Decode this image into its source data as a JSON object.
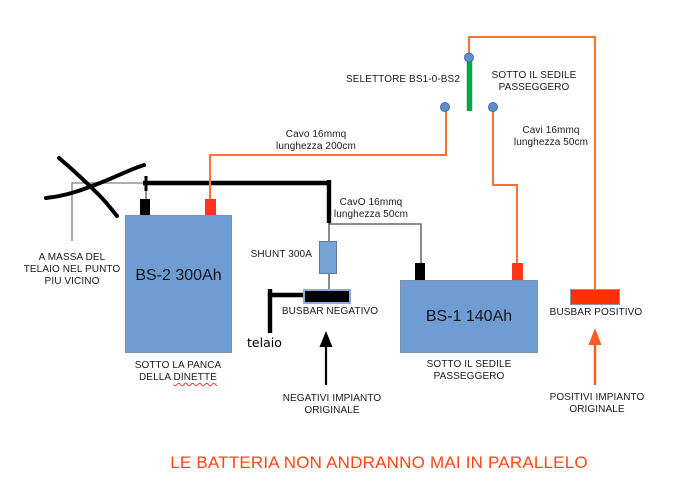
{
  "canvas": {
    "background": "#ffffff"
  },
  "colors": {
    "wire_orange": "#ff7033",
    "arrow_orange": "#ff5a21",
    "busbar_positive_red": "#ff3000",
    "terminal_red": "#ff341c",
    "selector_green": "#04a64b",
    "node_blue": "#5e8fc9",
    "battery_blue": "#6f9cd2",
    "warning_red": "#ff4713"
  },
  "components": {
    "battery_bs2": {
      "label": "BS-2 300Ah",
      "location_line1": "SOTTO LA PANCA",
      "location_line2_prefix": "DELLA",
      "location_line2_word": "DINETTE"
    },
    "battery_bs1": {
      "label": "BS-1 140Ah",
      "location_line1": "SOTTO IL SEDILE",
      "location_line2": "PASSEGGERO"
    },
    "shunt": {
      "label": "SHUNT 300A"
    },
    "busbar_negative": {
      "label": "BUSBAR NEGATIVO"
    },
    "busbar_positive": {
      "label": "BUSBAR POSITIVO"
    },
    "selector": {
      "label": "SELETTORE BS1-0-BS2",
      "location_line1": "SOTTO IL SEDILE",
      "location_line2": "PASSEGGERO"
    },
    "chassis": {
      "label": "telaio"
    }
  },
  "cables": {
    "bs2_to_selector": {
      "line1": "Cavo 16mmq",
      "line2": "lunghezza 200cm"
    },
    "selector_to_busbar": {
      "line1": "Cavi 16mmq",
      "line2": "lunghezza 50cm"
    },
    "shunt_to_bs1": {
      "line1": "CavO 16mmq",
      "line2": "lunghezza 50cm"
    }
  },
  "notes": {
    "ground": {
      "line1": "A MASSA DEL",
      "line2": "TELAIO NEL PUNTO",
      "line3": "PIU VICINO"
    },
    "negative_original": {
      "line1": "NEGATIVI IMPIANTO",
      "line2": "ORIGINALE"
    },
    "positive_original": {
      "line1": "POSITIVI IMPIANTO",
      "line2": "ORIGINALE"
    }
  },
  "warning": "LE BATTERIA NON ANDRANNO MAI IN PARALLELO"
}
